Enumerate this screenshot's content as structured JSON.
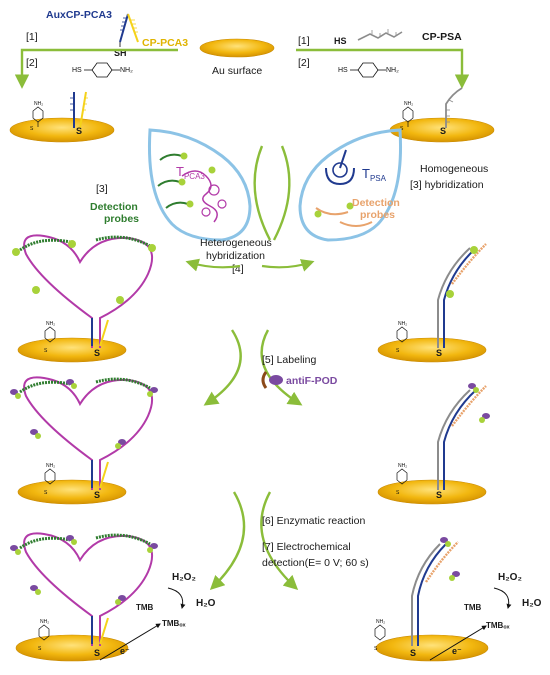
{
  "steps": {
    "s1": "[1]",
    "s2": "[2]",
    "s3": "[3]",
    "s3_hybrid": "[3] hybridization",
    "s4": "[4]",
    "s5": "[5] Labeling",
    "s6": "[6] Enzymatic reaction",
    "s7a": "[7] Electrochemical",
    "s7b": "detection(E= 0 V; 60 s)"
  },
  "labels": {
    "aux_cp_pca3": "AuxCP-PCA3",
    "cp_pca3": "CP-PCA3",
    "cp_psa": "CP-PSA",
    "au_surface": "Au surface",
    "sh": "SH",
    "hs": "HS",
    "t_letter": "T",
    "t_pca3_sub": "PCA3",
    "t_psa_sub": "PSA",
    "homogeneous": "Homogeneous",
    "heterogeneous": "Heterogeneous",
    "hybridization": "hybridization",
    "detection": "Detection",
    "probes": "probes",
    "antif_pod": "antiF-POD",
    "h2o2": "H₂O₂",
    "h2o": "H₂O",
    "tmb": "TMB",
    "tmb_ox": "TMBₒₓ",
    "electron": "e⁻",
    "s": "S",
    "nh2": "NH₂"
  },
  "colors": {
    "gold": "#f2b70f",
    "gold_dark": "#c98a00",
    "green_arrow": "#8bbd3a",
    "blue_dna": "#203a8f",
    "yellow_dna": "#f5d21a",
    "gray_dna": "#8c8c8c",
    "pink_dna": "#b23aa8",
    "green_dna": "#2f7d2f",
    "orange_dna": "#e8a36c",
    "drop": "#8cc3e6",
    "bead": "#a8d23a",
    "pod": "#7a4aa0",
    "antibody": "#8b4a1a"
  }
}
